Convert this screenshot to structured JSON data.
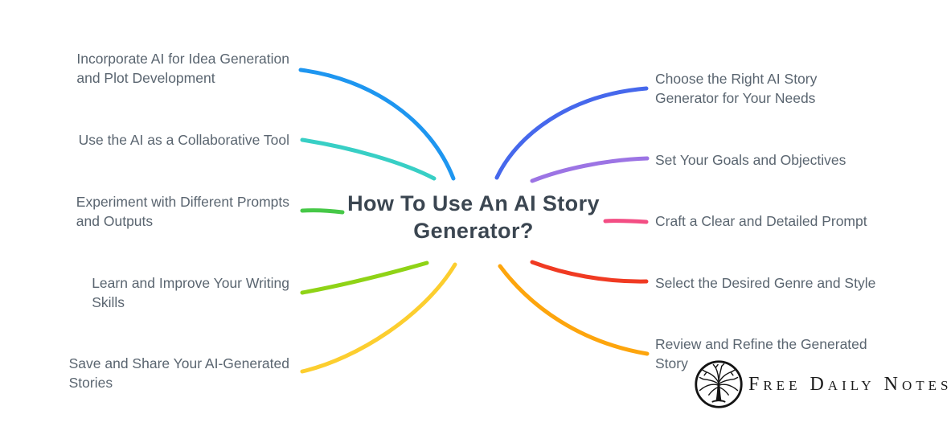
{
  "title": "How To Use An AI Story Generator?",
  "title_color": "#3B4651",
  "label_color": "#5A6570",
  "left_branches": [
    {
      "label": "Incorporate AI for Idea Generation\nand Plot Development",
      "color": "#1E96F0"
    },
    {
      "label": "Use the AI as a Collaborative Tool",
      "color": "#38CFC5"
    },
    {
      "label": "Experiment with Different Prompts\nand Outputs",
      "color": "#46C847"
    },
    {
      "label": "Learn and Improve Your Writing\nSkills",
      "color": "#8FD316"
    },
    {
      "label": "Save and Share Your AI-Generated\nStories",
      "color": "#FCCE2F"
    }
  ],
  "right_branches": [
    {
      "label": "Choose the Right AI Story\nGenerator for Your Needs",
      "color": "#4668EC"
    },
    {
      "label": "Set Your Goals and Objectives",
      "color": "#9C74E4"
    },
    {
      "label": "Craft a Clear and Detailed Prompt",
      "color": "#F34E84"
    },
    {
      "label": "Select the Desired Genre and Style",
      "color": "#F03A22"
    },
    {
      "label": "Review and Refine the Generated\nStory",
      "color": "#FDA50D"
    }
  ],
  "logo": {
    "text": "Free Daily Notes",
    "icon": "tree-in-circle",
    "color": "#1b1b1b"
  }
}
